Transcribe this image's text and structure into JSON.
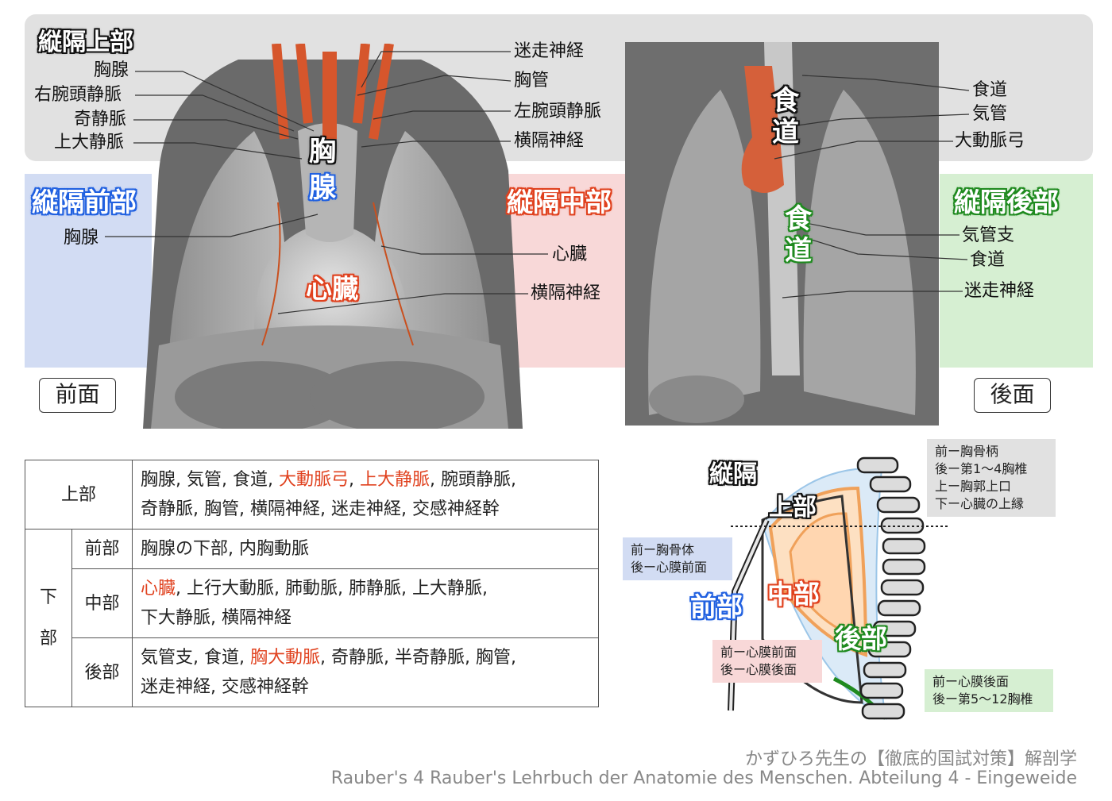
{
  "colors": {
    "superior": "#444444",
    "anterior": "#2060e0",
    "middle": "#e0411e",
    "posterior": "#1f8a1f",
    "highlight": "#e0411e"
  },
  "top_title": "縦隔上部",
  "front": {
    "view": "前面",
    "labels_left": [
      "胸腺",
      "右腕頭静脈",
      "奇静脈",
      "上大静脈"
    ],
    "labels_right": [
      "迷走神経",
      "胸管",
      "左腕頭静脈",
      "横隔神経"
    ],
    "anterior_title": "縦隔前部",
    "anterior_labels": [
      "胸腺"
    ],
    "middle_title": "縦隔中部",
    "middle_labels": [
      "心臓",
      "横隔神経"
    ],
    "thymus_overlay": {
      "a": "胸",
      "b": "腺"
    },
    "heart_overlay": "心臓"
  },
  "back": {
    "view": "後面",
    "labels_upper": [
      "食道",
      "気管",
      "大動脈弓"
    ],
    "posterior_title": "縦隔後部",
    "posterior_labels": [
      "気管支",
      "食道",
      "迷走神経"
    ],
    "esophagus_upper": {
      "a": "食",
      "b": "道"
    },
    "esophagus_lower": {
      "a": "食",
      "b": "道"
    }
  },
  "table": {
    "superior": {
      "label": "上部",
      "line1": [
        {
          "t": "胸腺, 気管, 食道, "
        },
        {
          "t": "大動脈弓",
          "hl": true
        },
        {
          "t": ", "
        },
        {
          "t": "上大静脈",
          "hl": true
        },
        {
          "t": ", 腕頭静脈,"
        }
      ],
      "line2": "奇静脈, 胸管, 横隔神経, 迷走神経, 交感神経幹"
    },
    "inferior_label": {
      "a": "下",
      "b": "部"
    },
    "anterior": {
      "label": "前部",
      "text": "胸腺の下部, 内胸動脈"
    },
    "middle": {
      "label": "中部",
      "line1": [
        {
          "t": "心臓",
          "hl": true
        },
        {
          "t": ", 上行大動脈, 肺動脈, 肺静脈, 上大静脈,"
        }
      ],
      "line2": "下大静脈, 横隔神経"
    },
    "posterior": {
      "label": "後部",
      "line1": [
        {
          "t": "気管支, 食道, "
        },
        {
          "t": "胸大動脈",
          "hl": true
        },
        {
          "t": ", 奇静脈, 半奇静脈, 胸管,"
        }
      ],
      "line2": "迷走神経, 交感神経幹"
    }
  },
  "sagittal": {
    "title_a": "縦隔",
    "title_b": "上部",
    "ant": "前部",
    "mid": "中部",
    "post": "後部",
    "note_superior": [
      "前ー胸骨柄",
      "後ー第1〜4胸椎",
      "上ー胸郭上口",
      "下ー心臓の上縁"
    ],
    "note_anterior": [
      "前ー胸骨体",
      "後ー心膜前面"
    ],
    "note_middle": [
      "前ー心膜前面",
      "後ー心膜後面"
    ],
    "note_posterior": [
      "前ー心膜後面",
      "後ー第5〜12胸椎"
    ]
  },
  "credits": {
    "line1": "かずひろ先生の【徹底的国試対策】解剖学",
    "line2": "Rauber's 4 Rauber's Lehrbuch der Anatomie des Menschen. Abteilung 4 - Eingeweide"
  }
}
